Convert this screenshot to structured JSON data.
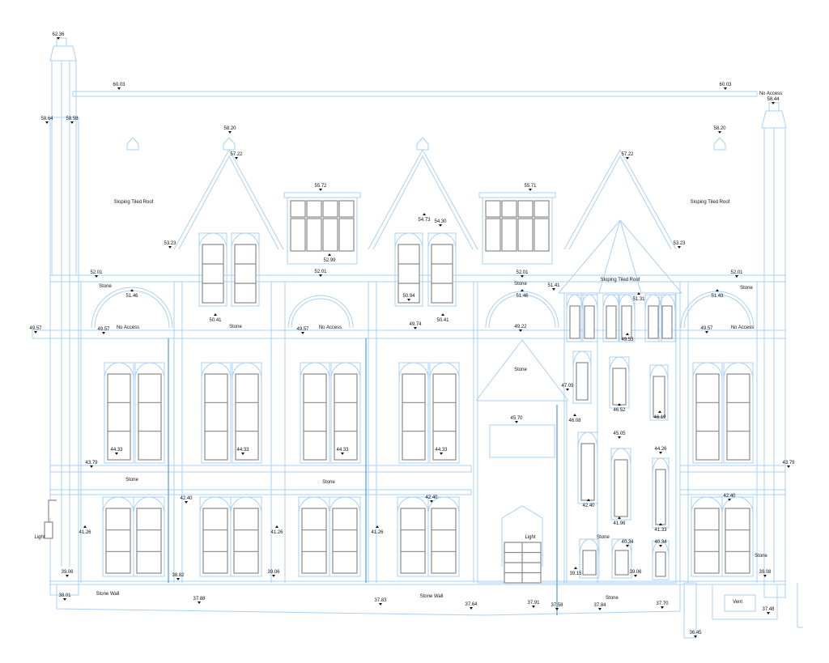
{
  "drawing": {
    "line_color": "#a9d1f7",
    "accent_line_color": "#4a9ae8",
    "glazing_color": "#8a8a8a",
    "annotations": [
      "62.36",
      "60.03",
      "60.03",
      "No Access",
      "58.44",
      "58.64",
      "58.58",
      "58.20",
      "58.20",
      "57.22",
      "57.22",
      "55.72",
      "55.71",
      "Sloping Tiled Roof",
      "Sloping Tiled Roof",
      "54.73",
      "54.30",
      "53.23",
      "53.23",
      "52.99",
      "52.01",
      "52.01",
      "52.01",
      "52.01",
      "Stone",
      "Stone",
      "Stone",
      "51.41",
      "Sloping Tiled Roof",
      "51.46",
      "51.46",
      "51.31",
      "51.43",
      "50.94",
      "50.41",
      "50.41",
      "Stone",
      "49.57",
      "49.57",
      "No Access",
      "49.57",
      "No Access",
      "49.74",
      "49.22",
      "49.57",
      "No Access",
      "49.53",
      "Stone",
      "47.09",
      "46.08",
      "46.52",
      "46.19",
      "45.70",
      "45.05",
      "44.26",
      "44.33",
      "44.33",
      "44.33",
      "44.33",
      "43.79",
      "43.79",
      "Stone",
      "Stone",
      "42.40",
      "42.40",
      "42.40",
      "42.40",
      "41.26",
      "41.26",
      "41.26",
      "41.96",
      "41.33",
      "Light",
      "Light",
      "Stone",
      "40.34",
      "40.34",
      "Stone",
      "39.06",
      "39.06",
      "39.15",
      "39.06",
      "39.08",
      "38.82",
      "Stone Wall",
      "Stone Wall",
      "Stone",
      "38.01",
      "37.88",
      "37.83",
      "37.64",
      "37.91",
      "37.58",
      "37.84",
      "37.70",
      "Vent",
      "37.48",
      "36.45"
    ]
  }
}
